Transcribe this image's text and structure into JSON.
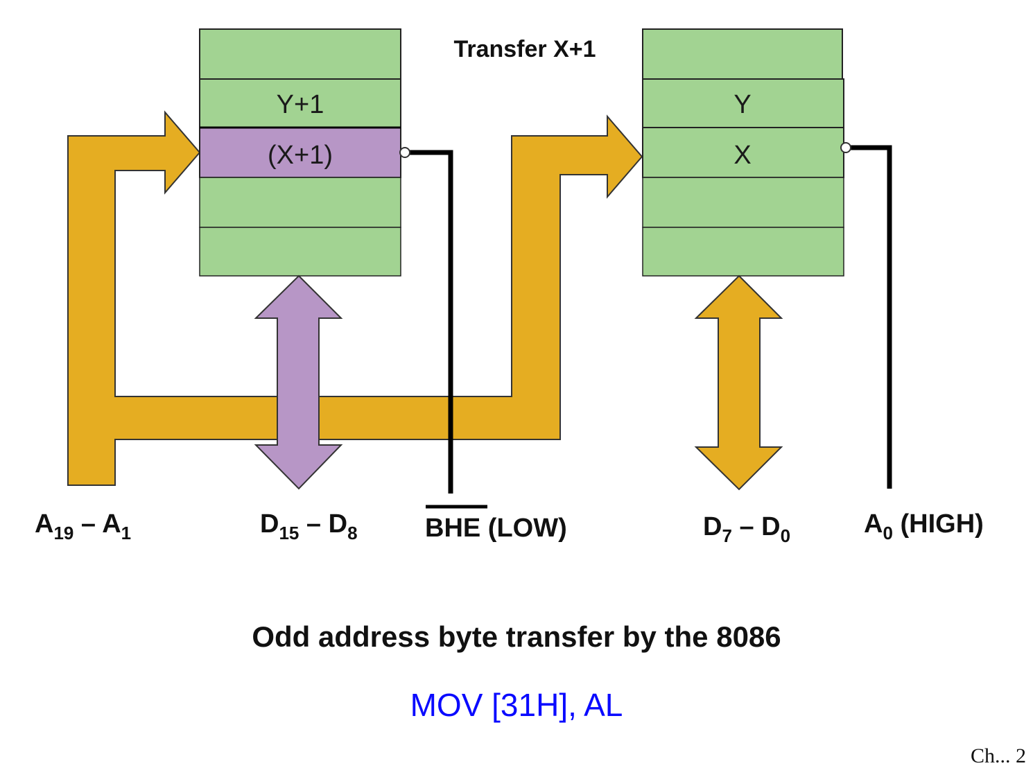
{
  "colors": {
    "memory_cell": "#a2d392",
    "highlight_cell": "#b796c6",
    "address_bus": "#e5ad22",
    "data_bus_odd": "#b796c6",
    "data_bus_even": "#e5ad22",
    "instruction_text": "#0a0aff"
  },
  "diagram": {
    "title": "Transfer X+1",
    "odd_bank": {
      "cells": [
        "",
        "Y+1",
        "(X+1)",
        "",
        ""
      ],
      "selected_index": 2
    },
    "even_bank": {
      "cells": [
        "",
        "Y",
        "X",
        "",
        ""
      ]
    },
    "pins": {
      "address_bus": {
        "main": "A",
        "sub1": "19",
        "dash": " – ",
        "main2": "A",
        "sub2": "1"
      },
      "data_high": {
        "main": "D",
        "sub1": "15",
        "dash": " – ",
        "main2": "D",
        "sub2": "8"
      },
      "bhe": {
        "name": "BHE",
        "state": " (LOW)"
      },
      "data_low": {
        "main": "D",
        "sub1": "7",
        "dash": " – ",
        "main2": "D",
        "sub2": "0"
      },
      "a0": {
        "main": "A",
        "sub": "0",
        "state": " (HIGH)"
      }
    }
  },
  "caption": {
    "title": "Odd address byte transfer by the 8086",
    "instruction": "MOV [31H], AL"
  },
  "corner": "Ch... 2"
}
